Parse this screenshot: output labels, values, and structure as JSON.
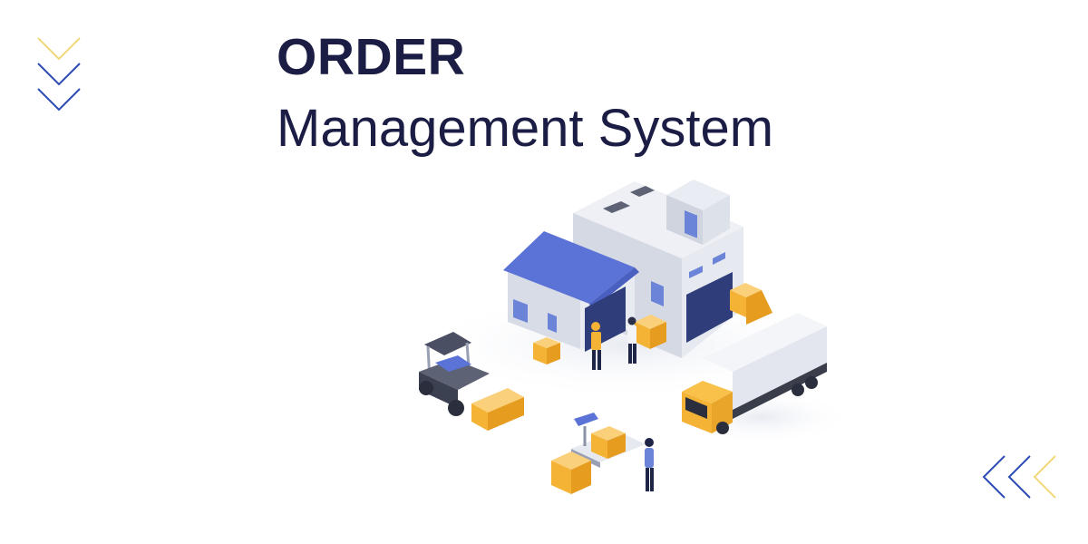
{
  "heading": {
    "line1": "ORDER",
    "line2": "Management System"
  },
  "decor": {
    "top_left_chevrons": [
      "yellow",
      "blue",
      "blue"
    ],
    "bottom_right_chevrons": [
      "blue",
      "blue",
      "yellow"
    ]
  },
  "illustration": {
    "subject": "isometric warehouse with forklift, delivery truck, workers and parcels"
  },
  "colors": {
    "text": "#1b1d45",
    "chevron_blue": "#2b4bb5",
    "chevron_yellow": "#f1d77a",
    "roof_blue": "#5b73d6",
    "box_orange": "#f5b335",
    "wall_grey": "#dde1ea"
  }
}
